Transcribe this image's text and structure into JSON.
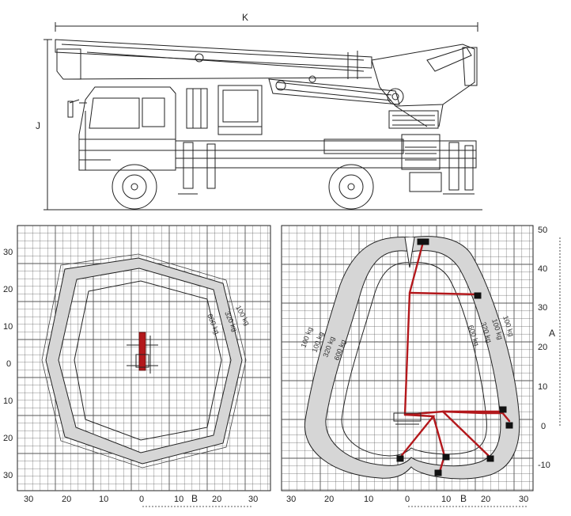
{
  "dimension_labels": {
    "k": "K",
    "j": "J",
    "a": "A",
    "b_top": "B",
    "b_side": "B"
  },
  "top_view": {
    "y_ticks": [
      "30",
      "20",
      "10",
      "0",
      "10",
      "20",
      "30"
    ],
    "x_ticks": [
      "30",
      "20",
      "10",
      "0",
      "10",
      "20",
      "30"
    ],
    "load_labels": [
      "100 kg",
      "320 kg",
      "600 kg"
    ]
  },
  "side_view": {
    "y_ticks": [
      "50",
      "40",
      "30",
      "20",
      "10",
      "0",
      "-10"
    ],
    "x_ticks": [
      "30",
      "20",
      "10",
      "0",
      "10",
      "20",
      "30"
    ],
    "load_labels_left": [
      "100 kg",
      "100 kg",
      "320 kg",
      "600 kg"
    ],
    "load_labels_right": [
      "600 kg",
      "320 kg",
      "100 kg",
      "100 kg"
    ]
  },
  "colors": {
    "line": "#222222",
    "grid": "#555555",
    "envelope_fill": "#d6d6d6",
    "boom_red": "#b3181c"
  }
}
